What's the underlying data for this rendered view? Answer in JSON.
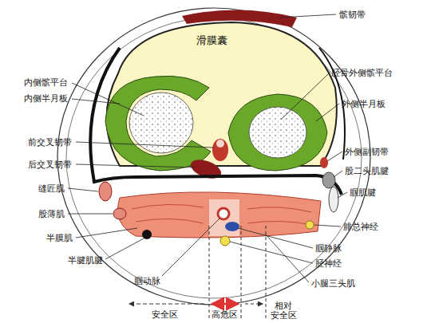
{
  "diagram": {
    "labels": [
      "髌韧带",
      "内侧髌平台",
      "内侧半月板",
      "滑膜囊",
      "胫骨外侧髌平台",
      "外侧半月板",
      "前交叉韧带",
      "后交叉韧带",
      "外侧副韧带",
      "股二头肌腱",
      "缝匠肌",
      "腘肌腱",
      "股薄肌",
      "腓总神经",
      "半膜肌",
      "腘静脉",
      "半腱肌腱",
      "胫神经",
      "腘动脉",
      "小腿三头肌",
      "安全区",
      "高危区",
      "相对 安全区"
    ]
  }
}
